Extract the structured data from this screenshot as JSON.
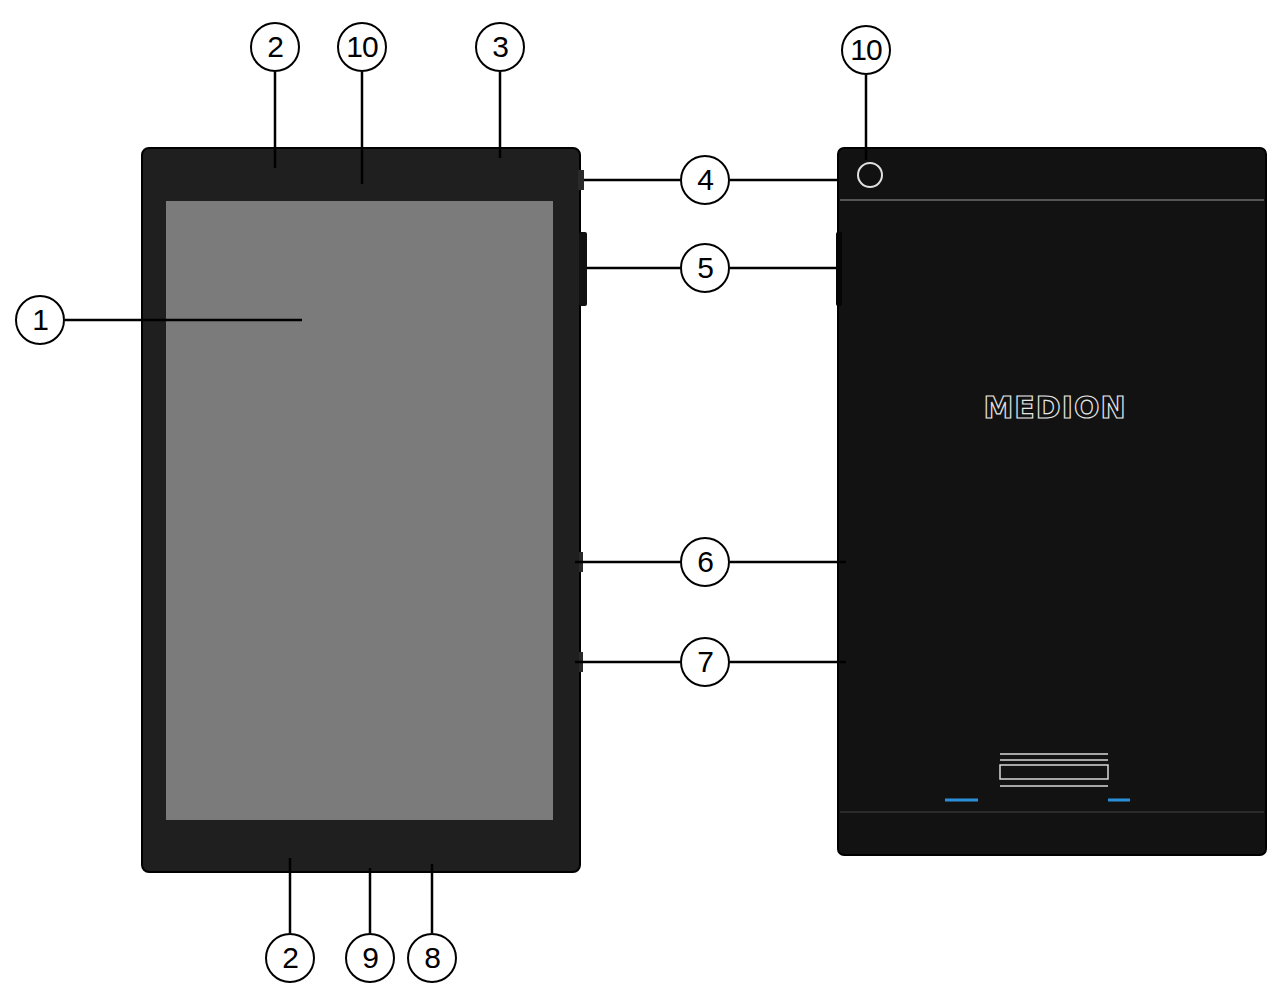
{
  "diagram": {
    "nodes": [
      {
        "text": [
          "2"
        ]
      },
      {
        "text": [
          "10"
        ]
      },
      {
        "text": [
          "3"
        ]
      },
      {
        "text": [
          "10"
        ]
      },
      {
        "text": [
          "4"
        ]
      },
      {
        "text": [
          "5"
        ]
      },
      {
        "text": [
          "1"
        ]
      },
      {
        "text": [
          "6"
        ]
      },
      {
        "text": [
          "7"
        ]
      },
      {
        "text": [
          "2"
        ]
      },
      {
        "text": [
          "9"
        ]
      },
      {
        "text": [
          "8"
        ]
      }
    ],
    "labels": [
      "MEDION"
    ]
  }
}
